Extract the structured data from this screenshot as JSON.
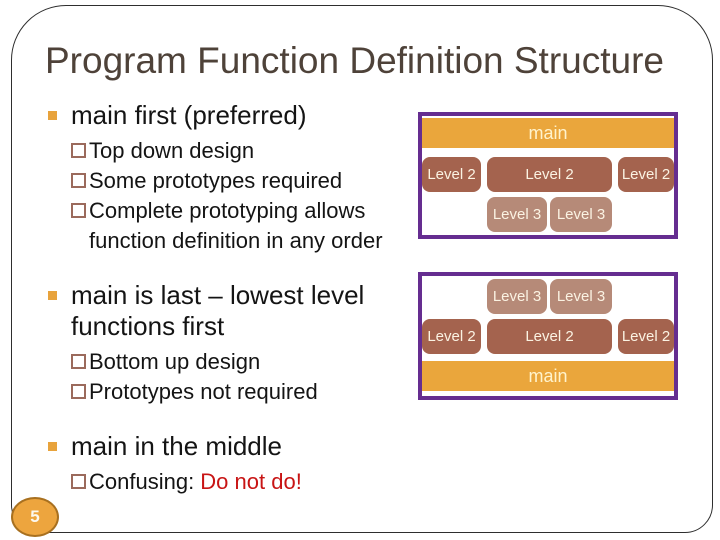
{
  "slide": {
    "title": "Program Function Definition Structure",
    "page_number": "5"
  },
  "sections": [
    {
      "heading": "main first (preferred)",
      "subs": [
        "Top down design",
        "Some prototypes required",
        "Complete prototyping allows function definition in any order"
      ]
    },
    {
      "heading": "main is last – lowest level functions first",
      "subs": [
        "Bottom up design",
        "Prototypes not required"
      ]
    },
    {
      "heading": "main in the middle",
      "sub_prefix": "Confusing: ",
      "sub_warning": "Do not do!"
    }
  ],
  "diagram_top": {
    "main": "main",
    "level2": [
      "Level 2",
      "Level 2",
      "Level 2"
    ],
    "level3": [
      "Level 3",
      "Level 3"
    ]
  },
  "diagram_bottom": {
    "level3": [
      "Level 3",
      "Level 3"
    ],
    "level2": [
      "Level 2",
      "Level 2",
      "Level 2"
    ],
    "main": "main"
  },
  "colors": {
    "accent_orange": "#e8a33c",
    "level2_brown": "#a4634e",
    "level3_tan": "#b68a78",
    "purple_border": "#652d90",
    "warning_red": "#c81414",
    "title_brown": "#4e4239"
  }
}
